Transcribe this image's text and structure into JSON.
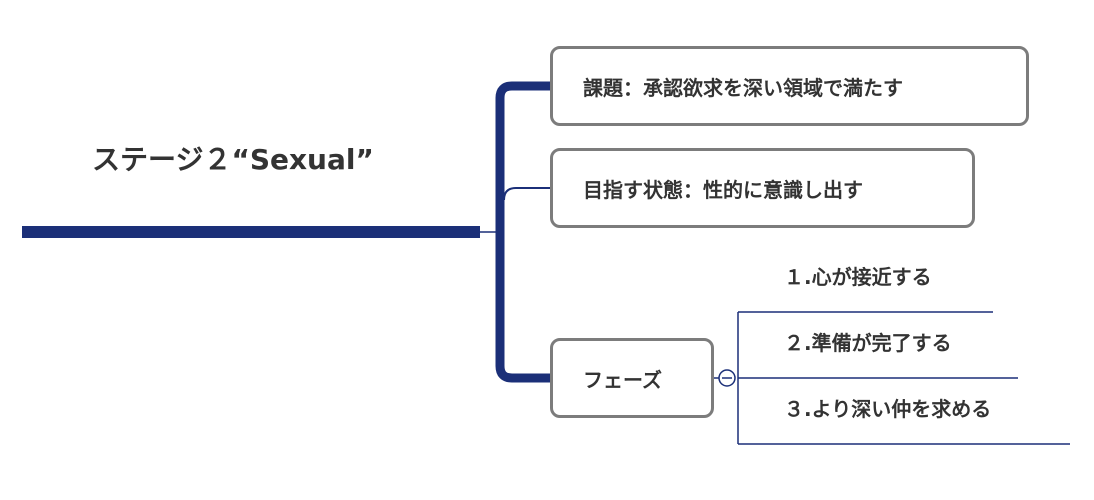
{
  "root": {
    "title": "ステージ２“Sexual”"
  },
  "branches": [
    {
      "label": "課題：承認欲求を深い領域で満たす"
    },
    {
      "label": "目指す状態：性的に意識し出す"
    },
    {
      "label": "フェーズ"
    }
  ],
  "phases": [
    {
      "label": "１.心が接近する"
    },
    {
      "label": "２.準備が完了する"
    },
    {
      "label": "３.より深い仲を求める"
    }
  ],
  "colors": {
    "connector": "#1b2f78",
    "box_border": "#7c7c7c",
    "text": "#333333"
  }
}
